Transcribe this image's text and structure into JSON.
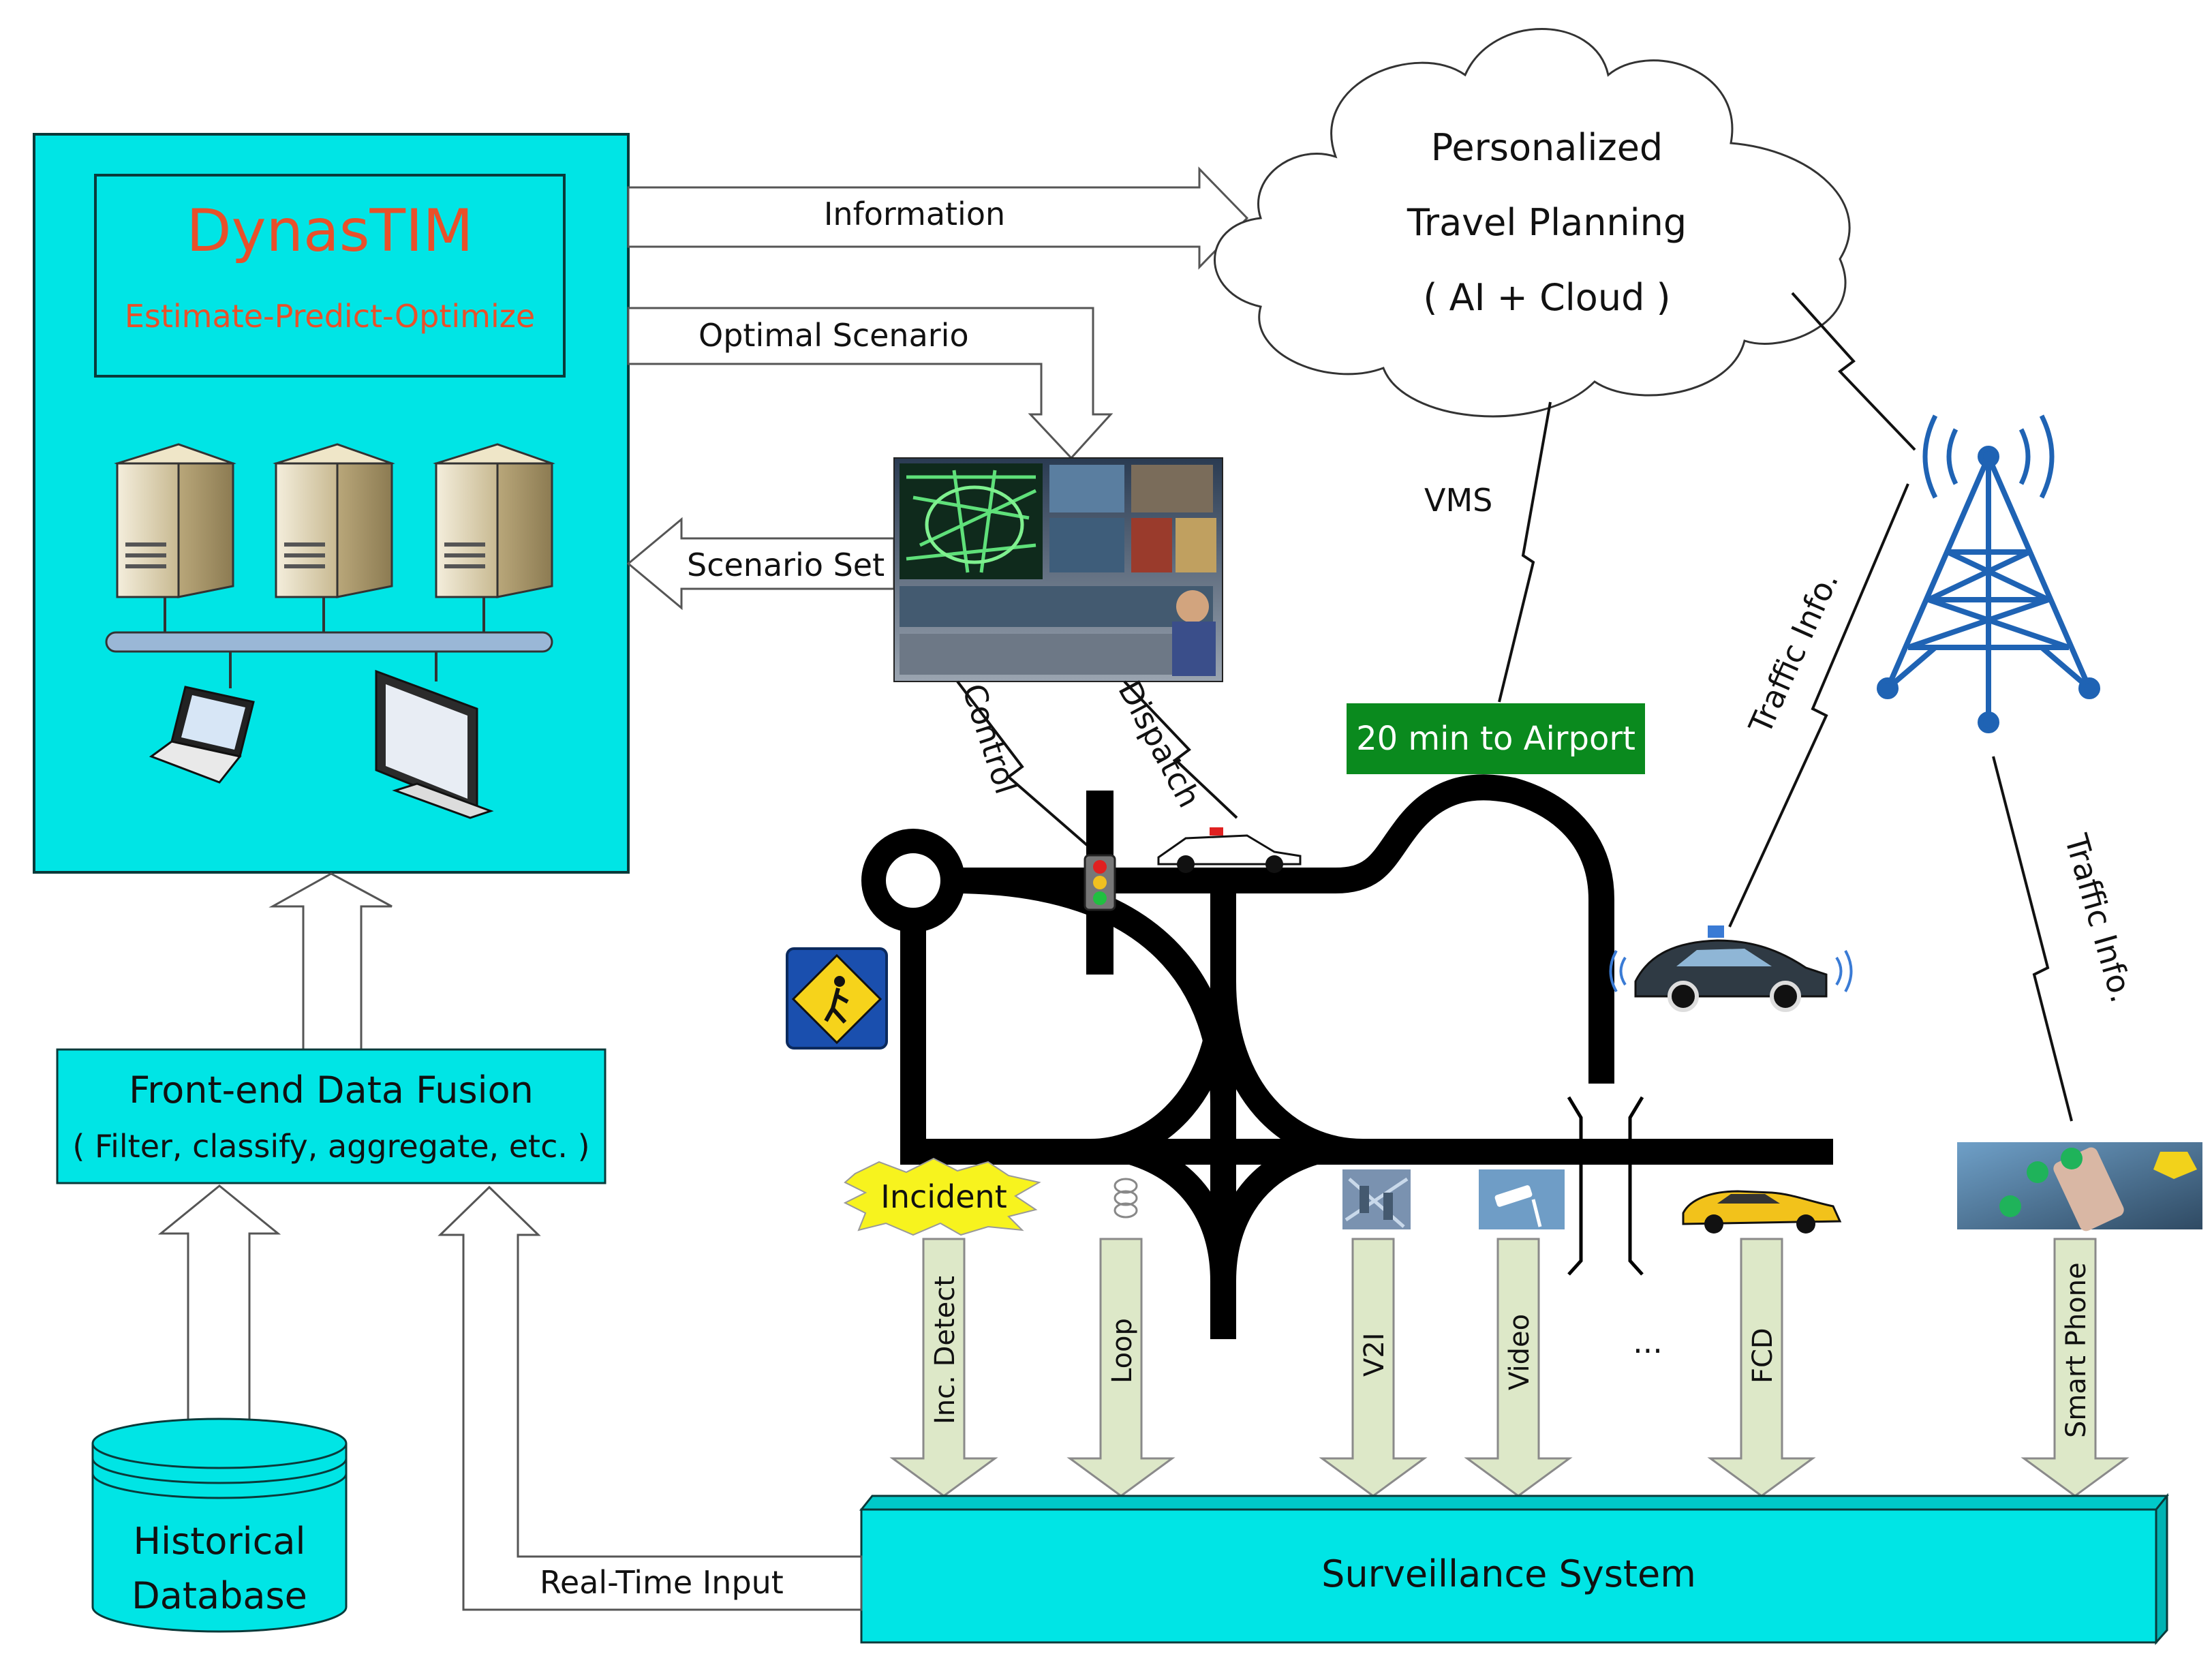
{
  "dynastim": {
    "title": "DynasTIM",
    "subtitle": "Estimate-Predict-Optimize"
  },
  "cloud": {
    "line1": "Personalized",
    "line2": "Travel Planning",
    "line3": "( AI + Cloud )"
  },
  "fusion": {
    "title": "Front-end Data Fusion",
    "subtitle": "( Filter, classify, aggregate, etc. )"
  },
  "database": {
    "line1": "Historical",
    "line2": "Database"
  },
  "surveillance": {
    "label": "Surveillance System"
  },
  "vms_sign": {
    "label": "20 min to Airport"
  },
  "incident_badge": {
    "label": "Incident"
  },
  "labels": {
    "information": "Information",
    "optimal_scenario": "Optimal Scenario",
    "scenario_set": "Scenario Set",
    "vms": "VMS",
    "control": "Control",
    "dispatch": "Dispatch",
    "traffic_info_upper": "Traffic Info.",
    "traffic_info_lower": "Traffic Info.",
    "real_time_input": "Real-Time Input"
  },
  "sensors": [
    {
      "label": "Inc. Detect"
    },
    {
      "label": "Loop"
    },
    {
      "label": "V2I"
    },
    {
      "label": "Video"
    },
    {
      "label": "..."
    },
    {
      "label": "FCD"
    },
    {
      "label": "Smart Phone"
    }
  ],
  "colors": {
    "cyan": "#00E5E5",
    "title_red": "#E8502A",
    "sign_green": "#0A8A1E",
    "incident_yellow": "#F7F31E",
    "arrow_fill": "#DDE8C8",
    "road": "#000000"
  }
}
